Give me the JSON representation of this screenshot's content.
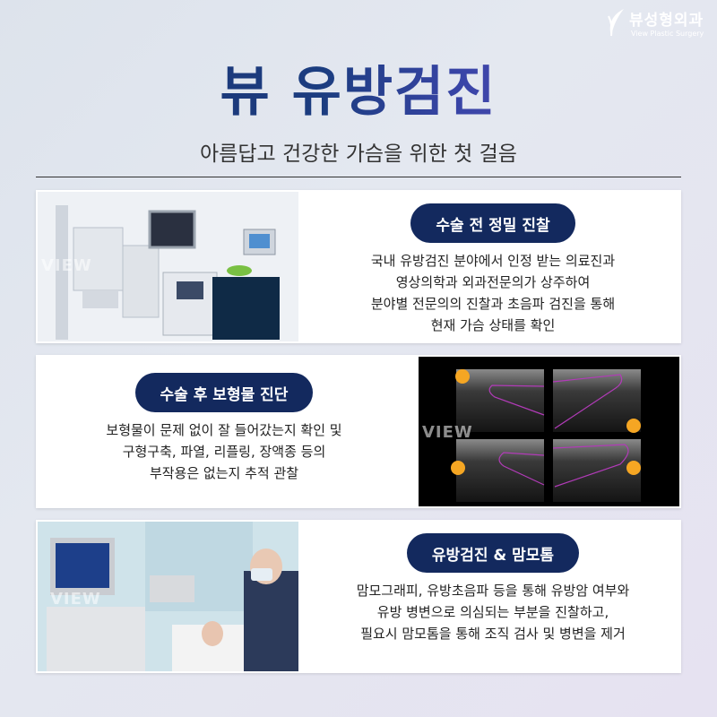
{
  "logo": {
    "name_ko": "뷰성형외과",
    "name_en": "View Plastic Surgery"
  },
  "title": "뷰 유방검진",
  "subtitle": "아름답고 건강한 가슴을 위한 첫 걸음",
  "watermark": "VIEW",
  "colors": {
    "pill": "#13295e",
    "title_start": "#1a3270",
    "title_end": "#6e52b8",
    "ultrasound_outline": "#b23bb8",
    "marker": "#f5a623"
  },
  "sections": [
    {
      "heading": "수술 전 정밀 진찰",
      "lines": [
        "국내 유방검진 분야에서 인정 받는 의료진과",
        "영상의학과 외과전문의가 상주하여",
        "분야별 전문의의 진찰과 초음파 검진을 통해",
        "현재 가슴 상태를 확인"
      ],
      "image": "medical-equipment-photo"
    },
    {
      "heading": "수술 후 보형물 진단",
      "lines": [
        "보형물이 문제 없이 잘 들어갔는지 확인 및",
        "구형구축, 파열, 리플링, 장액종 등의",
        "부작용은 없는지 추적 관찰"
      ],
      "image": "ultrasound-scan-image"
    },
    {
      "heading": "유방검진 & 맘모톰",
      "lines": [
        "맘모그래피, 유방초음파 등을 통해 유방암 여부와",
        "유방 병변으로 의심되는 부분을 진찰하고,",
        "필요시 맘모톰을 통해 조직 검사 및 병변을 제거"
      ],
      "image": "doctor-ultrasound-exam-photo"
    }
  ]
}
